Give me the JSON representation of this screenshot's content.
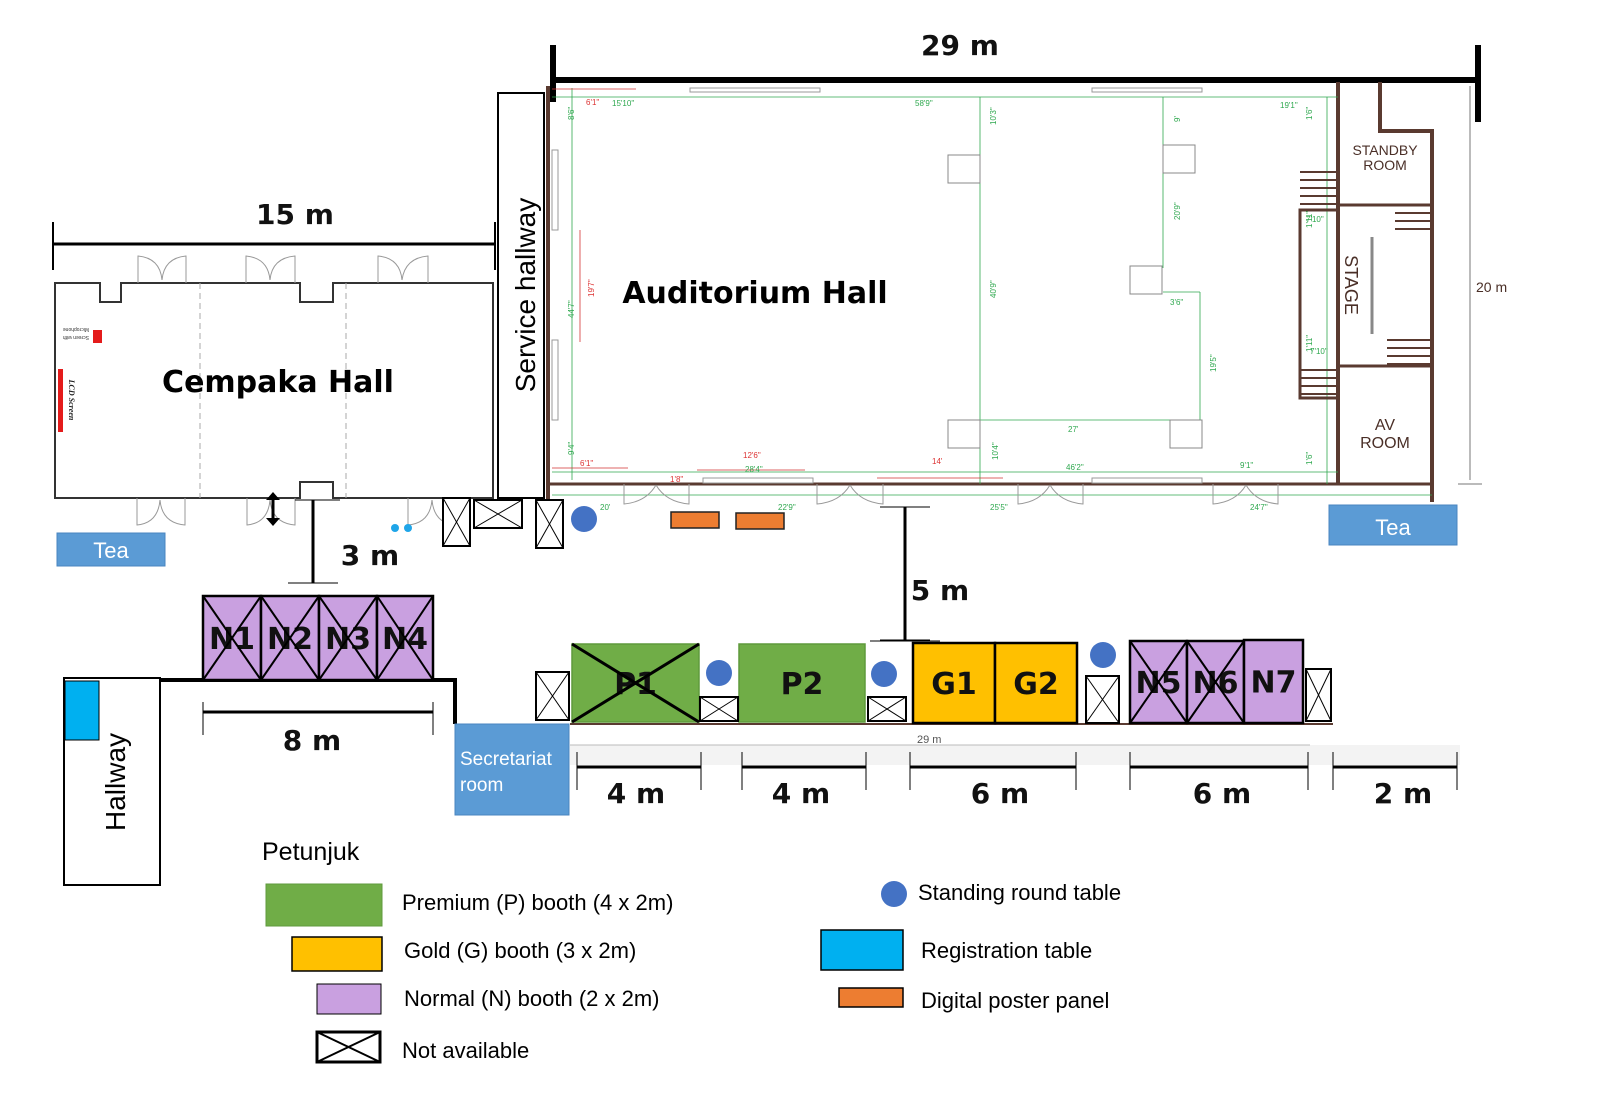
{
  "title_dimensions": {
    "auditorium_width": "29 m",
    "cempaka_width": "15 m",
    "auditorium_depth": "20 m",
    "cempaka_to_booths": "3 m",
    "auditorium_to_booths": "5 m",
    "left_booth_row": "8 m",
    "bottom_ruler_label": "29 m",
    "segments": [
      "4 m",
      "4 m",
      "6 m",
      "6 m",
      "2 m"
    ]
  },
  "rooms": {
    "auditorium": "Auditorium Hall",
    "cempaka": "Cempaka Hall",
    "service_hallway": "Service hallway",
    "hallway": "Hallway",
    "secretariat_line1": "Secretariat",
    "secretariat_line2": "room",
    "standby_line1": "STANDBY",
    "standby_line2": "ROOM",
    "stage": "STAGE",
    "av_line1": "AV",
    "av_line2": "ROOM",
    "tea_left": "Tea",
    "tea_right": "Tea",
    "lcd_screen": "LCD Screen",
    "screen_mic_line1": "Screen with",
    "screen_mic_line2": "Microphone"
  },
  "cad_measurements": {
    "green": [
      "15'10\"",
      "58'9\"",
      "8'6\"",
      "44'7\"",
      "9'4\"",
      "10'3\"",
      "40'9\"",
      "10'4\"",
      "9'",
      "20'9\"",
      "3'6\"",
      "19'5\"",
      "27'",
      "19'1\"",
      "1'6\"",
      "1'11\"",
      "7'10\"",
      "1'11\"",
      "7'10\"",
      "1'6\"",
      "46'2\"",
      "9'1\"",
      "28'4\"",
      "20'",
      "22'9\"",
      "25'5\"",
      "24'7\""
    ],
    "red": [
      "6'1\"",
      "19'7\"",
      "6'1\"",
      "12'6\"",
      "1'8\"",
      "14'"
    ]
  },
  "booths": [
    {
      "id": "N1",
      "type": "normal",
      "available": false
    },
    {
      "id": "N2",
      "type": "normal",
      "available": false
    },
    {
      "id": "N3",
      "type": "normal",
      "available": false
    },
    {
      "id": "N4",
      "type": "normal",
      "available": false
    },
    {
      "id": "P1",
      "type": "premium",
      "available": false
    },
    {
      "id": "P2",
      "type": "premium",
      "available": true
    },
    {
      "id": "G1",
      "type": "gold",
      "available": true
    },
    {
      "id": "G2",
      "type": "gold",
      "available": true
    },
    {
      "id": "N5",
      "type": "normal",
      "available": false
    },
    {
      "id": "N6",
      "type": "normal",
      "available": false
    },
    {
      "id": "N7",
      "type": "normal",
      "available": true
    }
  ],
  "legend": {
    "title": "Petunjuk",
    "items": [
      {
        "key": "premium",
        "label": "Premium (P) booth (4 x 2m)",
        "color": "#70ad47"
      },
      {
        "key": "gold",
        "label": "Gold (G) booth (3 x 2m)",
        "color": "#ffc000"
      },
      {
        "key": "normal",
        "label": "Normal (N) booth (2 x 2m)",
        "color": "#c9a0e0"
      },
      {
        "key": "not_available",
        "label": "Not available",
        "color": "#ffffff"
      },
      {
        "key": "standing_table",
        "label": "Standing round table",
        "color": "#4472c4"
      },
      {
        "key": "registration",
        "label": "Registration table",
        "color": "#00b0f0"
      },
      {
        "key": "poster",
        "label": "Digital poster panel",
        "color": "#ed7d31"
      }
    ]
  },
  "colors": {
    "premium": "#70ad47",
    "gold": "#ffc000",
    "normal": "#c9a0e0",
    "tea": "#5b9bd5",
    "secretariat": "#5b9bd5",
    "registration": "#00b0f0",
    "table": "#4472c4",
    "poster": "#ed7d31",
    "wall": "#5a3a30",
    "cad_green": "#2fa84f",
    "cad_red": "#d33333",
    "lcd_red": "#e41b1b"
  }
}
